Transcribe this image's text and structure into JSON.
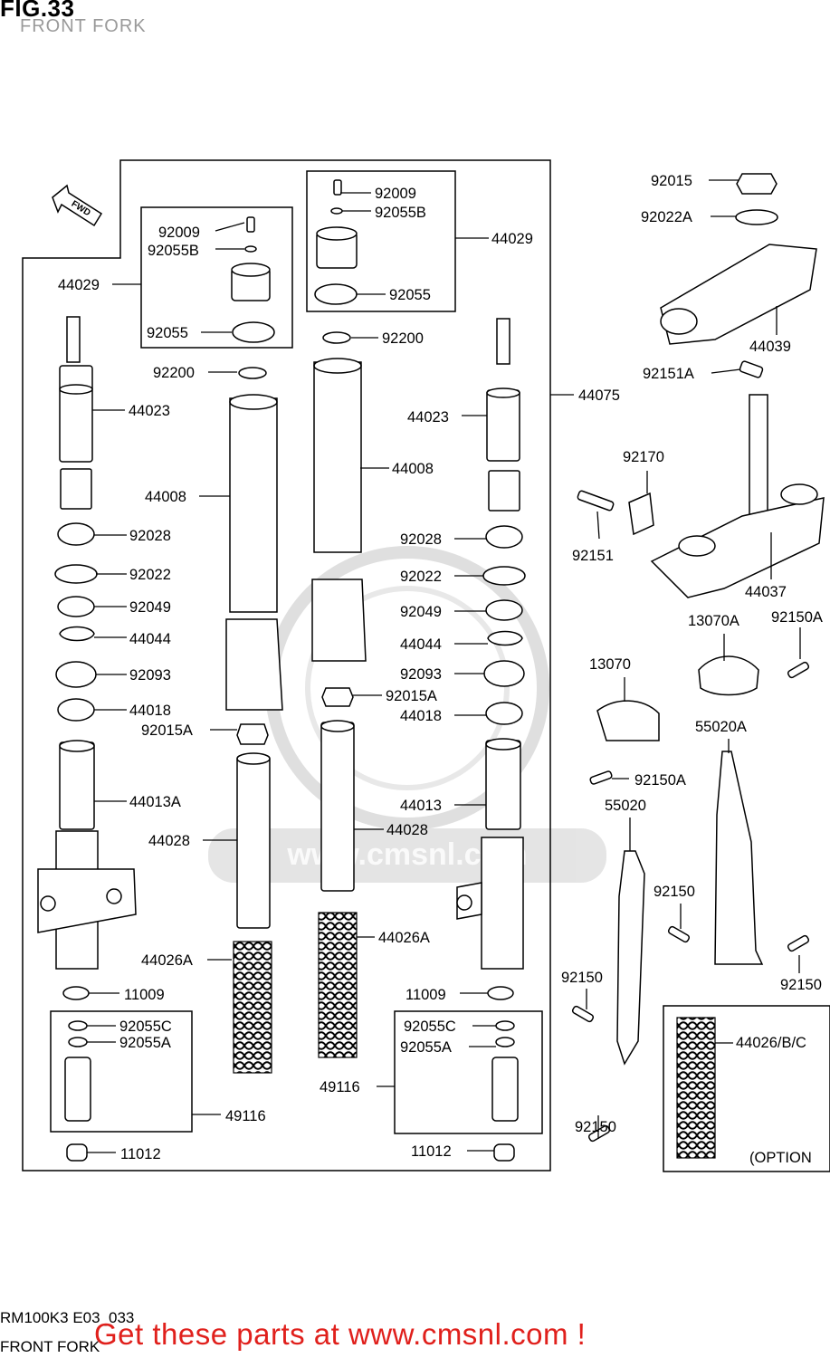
{
  "header": {
    "fig_label": "FIG.33",
    "subtitle": "FRONT FORK"
  },
  "footer": {
    "code": "RM100K3 E03_033",
    "name": "FRONT FORK"
  },
  "cta_text": "Get these parts at www.cmsnl.com !",
  "watermark_text": "www.cmsnl.com",
  "fwd_label": "FWD",
  "option_label": "(OPTION",
  "colors": {
    "line": "#000000",
    "accent": "#e0201c",
    "watermark": "#d8d8d8"
  },
  "callouts": [
    "92009",
    "92055B",
    "44029",
    "92055",
    "92200",
    "44023",
    "44008",
    "92028",
    "92022",
    "92049",
    "44044",
    "92093",
    "44018",
    "92015A",
    "44013A",
    "44028",
    "44026A",
    "11009",
    "92055C",
    "92055A",
    "49116",
    "11012",
    "92009",
    "92055B",
    "44029",
    "92055",
    "92200",
    "44008",
    "44023",
    "92028",
    "92022",
    "92049",
    "44044",
    "92093",
    "92015A",
    "44018",
    "44013",
    "44028",
    "44026A",
    "11009",
    "92055C",
    "92055A",
    "49116",
    "11012",
    "44075",
    "92015",
    "92022A",
    "44039",
    "92151A",
    "92170",
    "92151",
    "44037",
    "13070A",
    "92150A",
    "13070",
    "92150A",
    "55020A",
    "55020",
    "92150",
    "92150",
    "92150",
    "92150",
    "44026/B/C"
  ]
}
